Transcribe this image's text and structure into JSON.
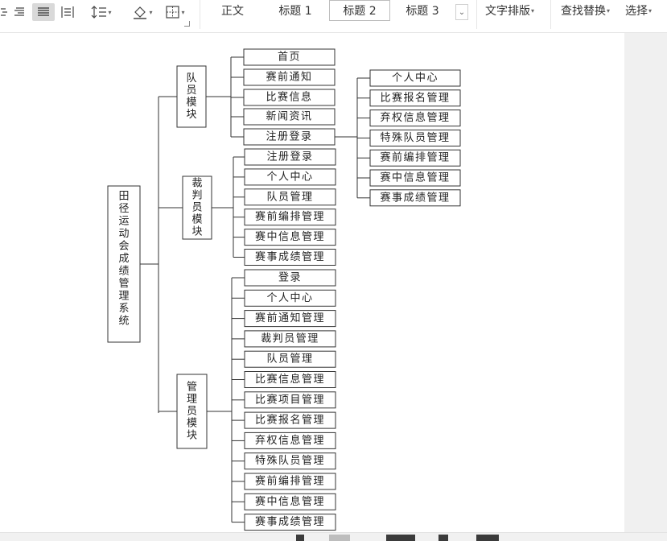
{
  "toolbar": {
    "paragraph_icons": [
      {
        "name": "align-center-icon",
        "glyph": "⫶"
      },
      {
        "name": "align-right-icon",
        "glyph": "☰"
      },
      {
        "name": "justify-icon",
        "glyph": "☰"
      },
      {
        "name": "distributed-align-icon",
        "glyph": "⊟"
      },
      {
        "name": "line-spacing-icon",
        "glyph": "↕☰"
      },
      {
        "name": "shading-icon",
        "glyph": "◈"
      },
      {
        "name": "borders-icon",
        "glyph": "⊞"
      }
    ],
    "styles": [
      "正文",
      "标题 1",
      "标题 2",
      "标题 3"
    ],
    "selected_style": "标题 2",
    "styles_more": "⌄",
    "text_layout": "文字排版",
    "find_replace": "查找替换",
    "select": "选择"
  },
  "diagram": {
    "root": "田径运动会成绩管理系统",
    "modules": [
      {
        "label": "队员模块",
        "items": [
          "首页",
          "赛前通知",
          "比赛信息",
          "新闻资讯",
          "注册登录"
        ]
      },
      {
        "label": "裁判员模块",
        "items": [
          "注册登录",
          "个人中心",
          "队员管理",
          "赛前编排管理",
          "赛中信息管理",
          "赛事成绩管理"
        ]
      },
      {
        "label": "管理员模块",
        "items": [
          "登录",
          "个人中心",
          "赛前通知管理",
          "裁判员管理",
          "队员管理",
          "比赛信息管理",
          "比赛项目管理",
          "比赛报名管理",
          "弃权信息管理",
          "特殊队员管理",
          "赛前编排管理",
          "赛中信息管理",
          "赛事成绩管理"
        ]
      }
    ],
    "sub": {
      "parent": "注册登录",
      "items": [
        "个人中心",
        "比赛报名管理",
        "弃权信息管理",
        "特殊队员管理",
        "赛前编排管理",
        "赛中信息管理",
        "赛事成绩管理"
      ]
    }
  }
}
